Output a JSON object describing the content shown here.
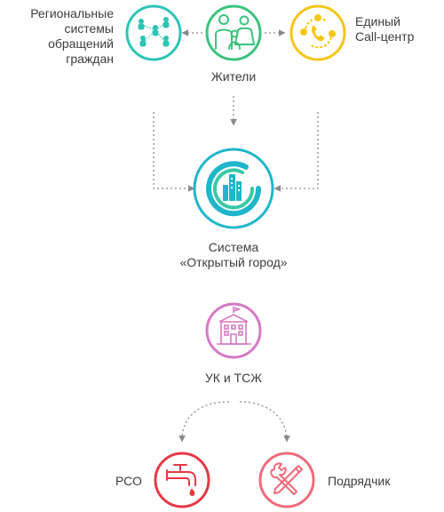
{
  "nodes": {
    "regional": {
      "label_lines": [
        "Региональные",
        "системы",
        "обращений",
        "граждан"
      ],
      "icon": "network-people-icon",
      "color": "#2ec4b6"
    },
    "residents": {
      "label": "Жители",
      "icon": "family-icon",
      "color": "#3bc37d"
    },
    "call_center": {
      "label_lines": [
        "Единый",
        "Call-центр"
      ],
      "icon": "phone-cycle-icon",
      "color": "#f5c518"
    },
    "open_city": {
      "label_lines": [
        "Система",
        "«Открытый город»"
      ],
      "icon": "city-logo-icon",
      "color": "#1fb6c9"
    },
    "uk_tszh": {
      "label": "УК и ТСЖ",
      "icon": "building-icon",
      "color": "#d67ac4"
    },
    "rso": {
      "label": "РСО",
      "icon": "water-tap-icon",
      "color": "#e63946"
    },
    "contractor": {
      "label": "Подрядчик",
      "icon": "tools-icon",
      "color": "#f06a7a"
    }
  },
  "connector_color": "#8a8a8a"
}
